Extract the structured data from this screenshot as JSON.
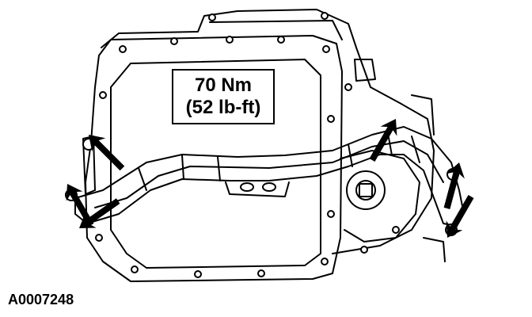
{
  "torque_label": {
    "metric": "70 Nm",
    "imperial": "(52 lb-ft)"
  },
  "figure_id": "A0007248",
  "colors": {
    "ink": "#000000",
    "paper": "#ffffff"
  }
}
